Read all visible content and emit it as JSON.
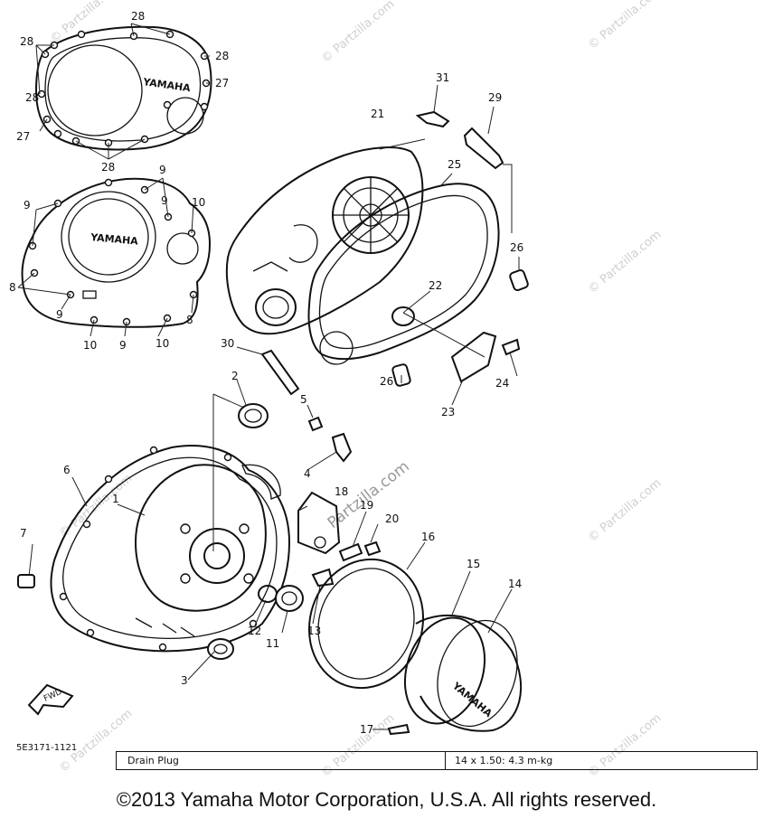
{
  "diagram": {
    "code": "5E3171-1121",
    "brand_text": "YAMAHA",
    "front_arrow_text": "FWD",
    "watermark": "© Partzilla.com",
    "watermark_center": "Partzilla.com",
    "callouts": [
      "28",
      "28",
      "28",
      "28",
      "27",
      "27",
      "28",
      "9",
      "9",
      "9",
      "10",
      "9",
      "8",
      "8",
      "10",
      "9",
      "10",
      "31",
      "29",
      "21",
      "25",
      "26",
      "22",
      "30",
      "24",
      "26",
      "23",
      "2",
      "5",
      "4",
      "6",
      "1",
      "7",
      "18",
      "19",
      "20",
      "16",
      "15",
      "14",
      "12",
      "11",
      "13",
      "3",
      "17"
    ]
  },
  "spec_table": {
    "item": "Drain Plug",
    "value": "14 x 1.50: 4.3 m-kg"
  },
  "footer": {
    "copyright": "©2013 Yamaha Motor Corporation, U.S.A. All rights reserved."
  }
}
